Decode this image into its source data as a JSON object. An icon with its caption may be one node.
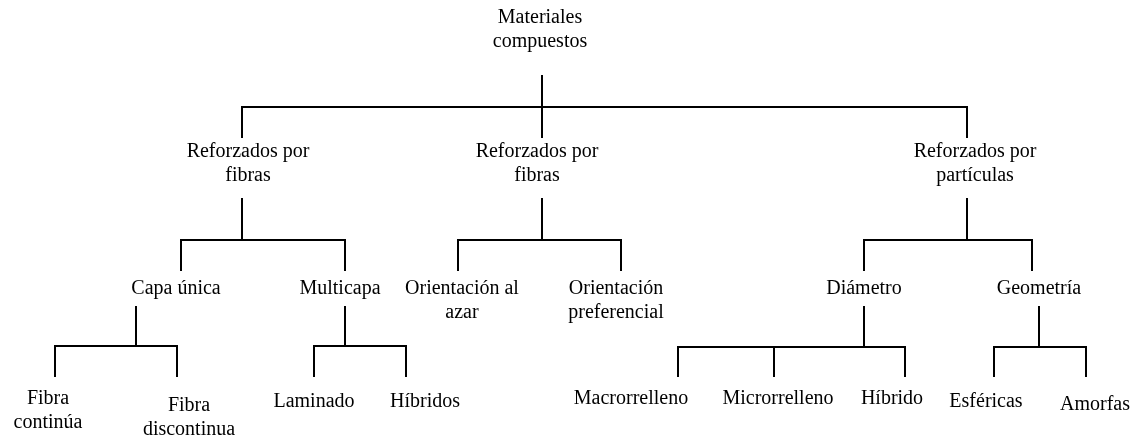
{
  "diagram": {
    "nodes": [
      {
        "text": [
          "Materiales compuestos"
        ]
      },
      {
        "text": [
          "Reforzados por fibras"
        ]
      },
      {
        "text": [
          "Reforzados por fibras"
        ]
      },
      {
        "text": [
          "Reforzados por partículas"
        ]
      },
      {
        "text": [
          "Capa única"
        ]
      },
      {
        "text": [
          "Multicapa"
        ]
      },
      {
        "text": [
          "Orientación al azar"
        ]
      },
      {
        "text": [
          "Orientación preferencial"
        ]
      },
      {
        "text": [
          "Diámetro"
        ]
      },
      {
        "text": [
          "Geometría"
        ]
      },
      {
        "text": [
          "Fibra continúa"
        ]
      },
      {
        "text": [
          "Fibra discontinua"
        ]
      },
      {
        "text": [
          "Laminado"
        ]
      },
      {
        "text": [
          "Híbridos"
        ]
      },
      {
        "text": [
          "Macrorrelleno"
        ]
      },
      {
        "text": [
          "Microrrelleno"
        ]
      },
      {
        "text": [
          "Híbrido"
        ]
      },
      {
        "text": [
          "Esféricas"
        ]
      },
      {
        "text": [
          "Amorfas"
        ]
      }
    ],
    "edges": [
      {
        "from": 0,
        "to": 1,
        "arrow": "none"
      },
      {
        "from": 0,
        "to": 2,
        "arrow": "none"
      },
      {
        "from": 0,
        "to": 3,
        "arrow": "none"
      },
      {
        "from": 1,
        "to": 4,
        "arrow": "none"
      },
      {
        "from": 1,
        "to": 5,
        "arrow": "none"
      },
      {
        "from": 2,
        "to": 6,
        "arrow": "none"
      },
      {
        "from": 2,
        "to": 7,
        "arrow": "none"
      },
      {
        "from": 3,
        "to": 8,
        "arrow": "none"
      },
      {
        "from": 3,
        "to": 9,
        "arrow": "none"
      },
      {
        "from": 4,
        "to": 10,
        "arrow": "none"
      },
      {
        "from": 4,
        "to": 11,
        "arrow": "none"
      },
      {
        "from": 5,
        "to": 12,
        "arrow": "none"
      },
      {
        "from": 5,
        "to": 13,
        "arrow": "none"
      },
      {
        "from": 8,
        "to": 14,
        "arrow": "none"
      },
      {
        "from": 8,
        "to": 15,
        "arrow": "none"
      },
      {
        "from": 8,
        "to": 16,
        "arrow": "none"
      },
      {
        "from": 9,
        "to": 17,
        "arrow": "none"
      },
      {
        "from": 9,
        "to": 18,
        "arrow": "none"
      }
    ]
  }
}
